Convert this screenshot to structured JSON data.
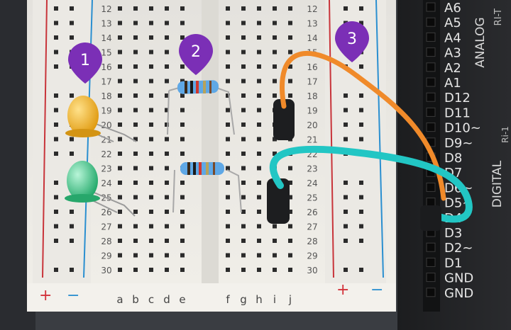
{
  "breadboard": {
    "row_numbers": [
      "12",
      "13",
      "14",
      "15",
      "16",
      "17",
      "18",
      "19",
      "20",
      "21",
      "22",
      "23",
      "24",
      "25",
      "26",
      "27",
      "28",
      "29",
      "30"
    ],
    "column_letters": [
      "a",
      "b",
      "c",
      "d",
      "e",
      "f",
      "g",
      "h",
      "i",
      "j"
    ],
    "rail_plus_label": "+",
    "rail_minus_label": "−"
  },
  "arduino": {
    "pin_labels": [
      "A6",
      "A5",
      "A4",
      "A3",
      "A2",
      "A1",
      "D12",
      "D11",
      "D10~",
      "D9~",
      "D8",
      "D7",
      "D6~",
      "D5~",
      "D4",
      "D3",
      "D2~",
      "D1",
      "GND",
      "GND"
    ],
    "section_analog": "ANALOG",
    "section_digital": "DIGITAL",
    "edge_text": "Ri-1",
    "edge_text2": "RI-T"
  },
  "markers": [
    {
      "label": "1",
      "color": "#7b2fb6"
    },
    {
      "label": "2",
      "color": "#7b2fb6"
    },
    {
      "label": "3",
      "color": "#7b2fb6"
    }
  ],
  "colors": {
    "wire_orange": "#f08a2a",
    "wire_teal": "#22c6c4",
    "led_yellow": "#f2b21a",
    "led_green": "#2fc07a",
    "rail_red": "#c8343a",
    "rail_blue": "#2a8fd0"
  }
}
